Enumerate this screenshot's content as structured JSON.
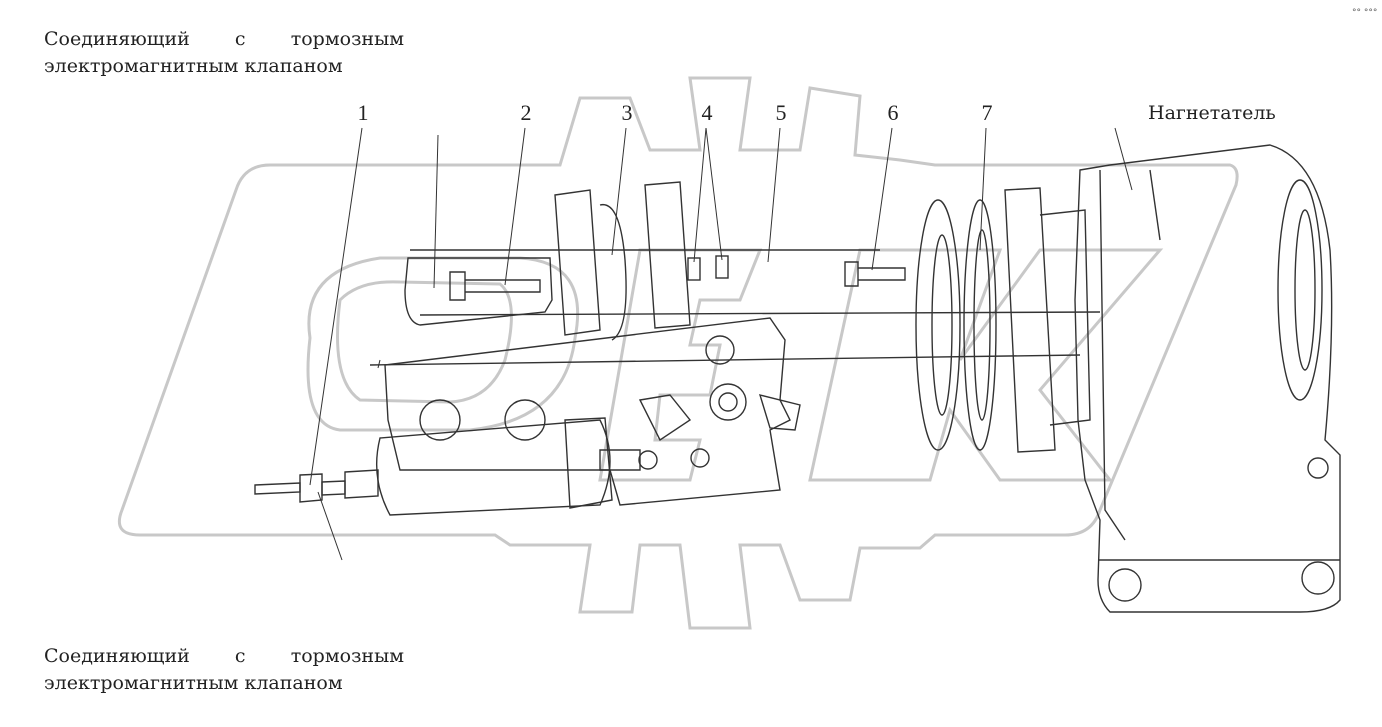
{
  "captions": {
    "top": {
      "line1": "Соединяющий с тормозным",
      "line2": "электромагнитным клапаном"
    },
    "bottom": {
      "line1": "Соединяющий с тормозным",
      "line2": "электромагнитным клапаном"
    }
  },
  "callouts": [
    "1",
    "2",
    "3",
    "4",
    "5",
    "6",
    "7"
  ],
  "supercharger_label": "Нагнетатель",
  "corner_mark": "°° °°°",
  "colors": {
    "stroke": "#333333",
    "watermark": "#c8c8c8",
    "text": "#222222"
  }
}
